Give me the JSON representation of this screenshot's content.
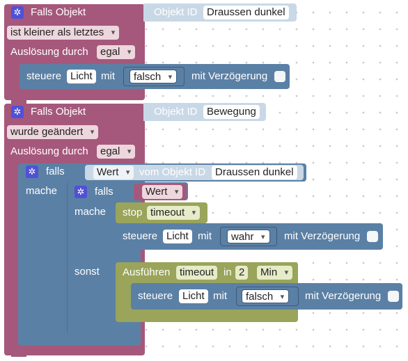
{
  "block1": {
    "header": "Falls Objekt",
    "object_id_label": "Objekt ID",
    "object_id_value": "Draussen dunkel",
    "condition": "ist kleiner als letztes",
    "trigger_label": "Auslösung durch",
    "trigger_value": "egal",
    "action": {
      "steer_label": "steuere",
      "target": "Licht",
      "with_label": "mit",
      "value": "falsch",
      "delay_label": "mit Verzögerung"
    }
  },
  "block2": {
    "header": "Falls Objekt",
    "object_id_label": "Objekt ID",
    "object_id_value": "Bewegung",
    "condition": "wurde geändert",
    "trigger_label": "Auslösung durch",
    "trigger_value": "egal",
    "if_outer": {
      "if_label": "falls",
      "value_dropdown": "Wert",
      "from_object_label": "vom Objekt ID",
      "object_value": "Draussen dunkel",
      "do_label": "mache"
    },
    "if_inner": {
      "if_label": "falls",
      "value_dropdown": "Wert",
      "do_label": "mache",
      "else_label": "sonst"
    },
    "stop_block": {
      "label": "stop",
      "value": "timeout"
    },
    "steer_true": {
      "steer_label": "steuere",
      "target": "Licht",
      "with_label": "mit",
      "value": "wahr",
      "delay_label": "mit Verzögerung"
    },
    "timeout_block": {
      "label": "Ausführen",
      "name": "timeout",
      "in_label": "in",
      "amount": "2",
      "unit": "Min"
    },
    "steer_false": {
      "steer_label": "steuere",
      "target": "Licht",
      "with_label": "mit",
      "value": "falsch",
      "delay_label": "mit Verzögerung"
    }
  },
  "colors": {
    "trigger": "#a5587b",
    "logic": "#5b80a5",
    "timer": "#9aa45a",
    "object_id": "#c9d8e6"
  },
  "icons": {
    "settings": "gear-icon",
    "dropdown": "chevron-down-icon"
  }
}
